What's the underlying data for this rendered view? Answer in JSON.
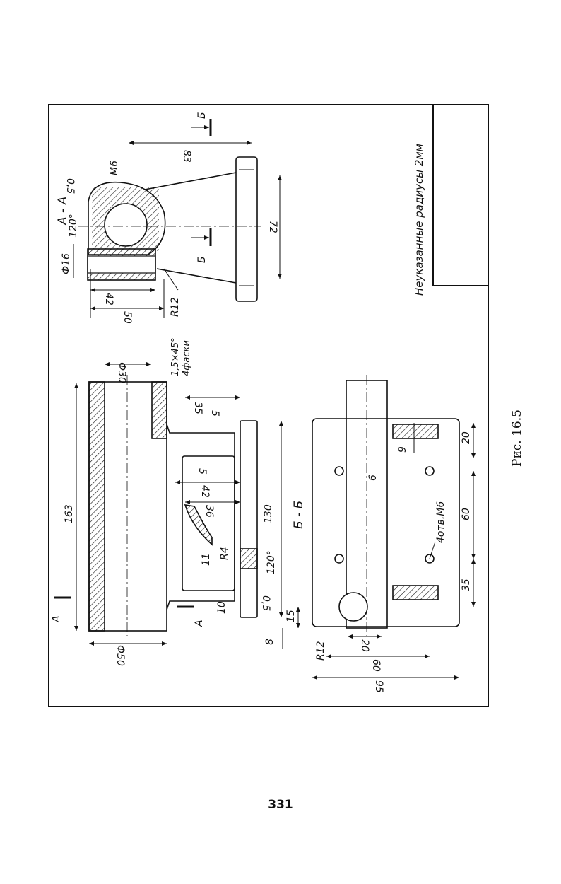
{
  "figure": {
    "caption": "Рис. 16.5",
    "note": "Неуказанные радиусы 2мм",
    "sections": {
      "aa_title": "А - А",
      "bb_title": "Б - Б",
      "a_marker": "А",
      "b_marker": "Б"
    },
    "section_aa": {
      "dims": [
        "83",
        "72",
        "M6",
        "0,5",
        "120°",
        "Ф16",
        "42",
        "50",
        "R12"
      ]
    },
    "main_view": {
      "dims": [
        "Ф30",
        "1,5×45°",
        "4фаски",
        "163",
        "35",
        "5",
        "5",
        "42",
        "36",
        "130",
        "R4",
        "11",
        "120°",
        "0,5",
        "10",
        "8",
        "Ф50"
      ]
    },
    "section_bb": {
      "dims": [
        "20",
        "9",
        "6",
        "60",
        "4отв.М6",
        "35",
        "15",
        "R12",
        "20",
        "60",
        "95"
      ]
    }
  },
  "page": {
    "number": "331"
  },
  "colors": {
    "ink": "#111111",
    "paper": "#ffffff"
  }
}
